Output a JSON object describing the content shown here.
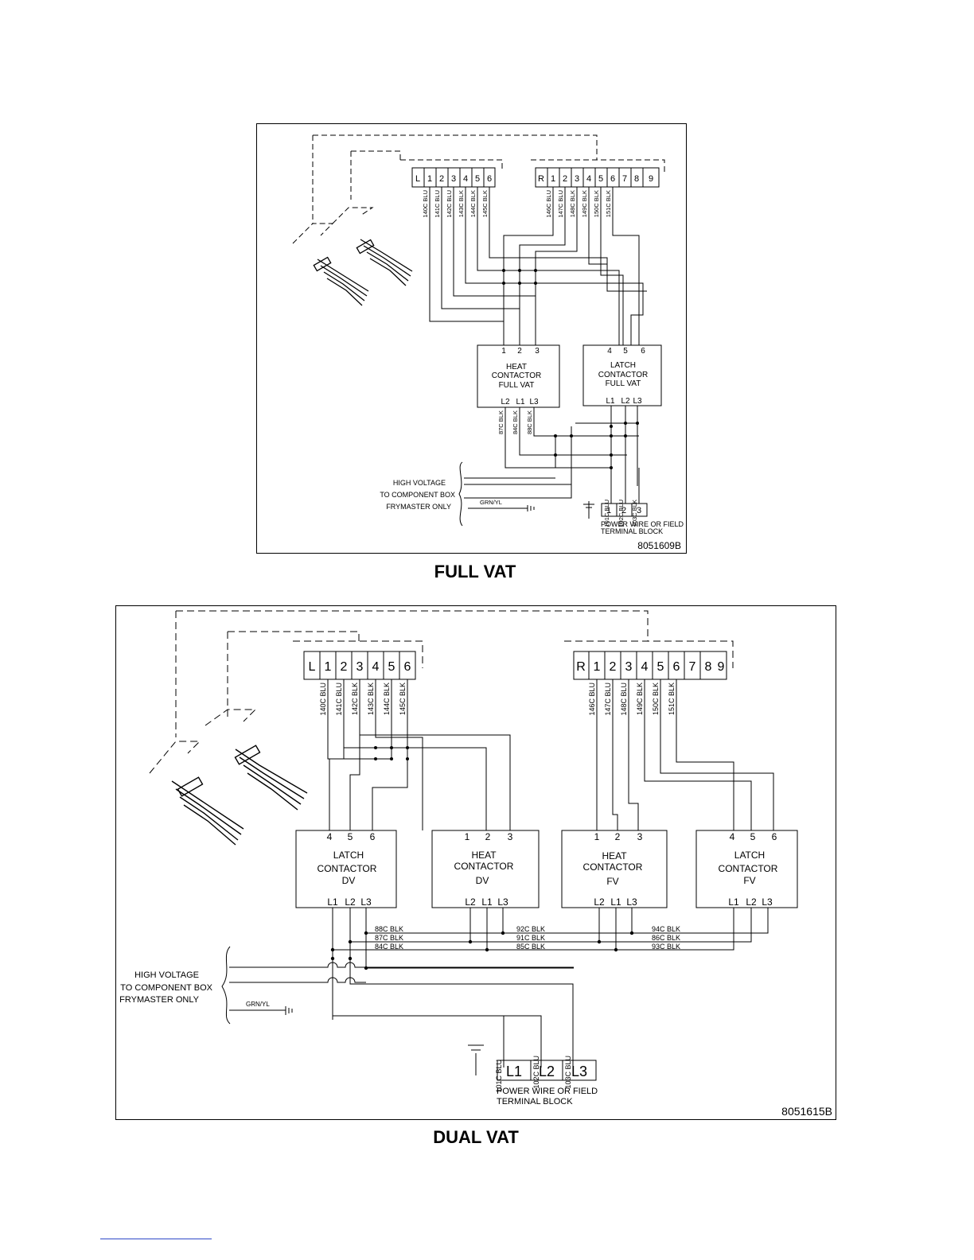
{
  "full_vat": {
    "caption": "FULL VAT",
    "drawing_number": "8051609B",
    "left_block": {
      "label": "L",
      "terminals": [
        "1",
        "2",
        "3",
        "4",
        "5",
        "6"
      ]
    },
    "right_block": {
      "label": "R",
      "terminals": [
        "1",
        "2",
        "3",
        "4",
        "5",
        "6",
        "7",
        "8",
        "9"
      ]
    },
    "left_wires": [
      "140C BLU",
      "141C BLU",
      "142C BLU",
      "143C BLK",
      "144C BLK",
      "145C BLK"
    ],
    "right_wires": [
      "146C BLU",
      "147C BLU",
      "148C BLK",
      "149C BLK",
      "150C BLK",
      "151C BLK"
    ],
    "heat_contactor": {
      "top_terminals": [
        "1",
        "2",
        "3"
      ],
      "lines": [
        "HEAT",
        "CONTACTOR",
        "FULL VAT"
      ],
      "bottom_terminals": [
        "L2",
        "L1",
        "L3"
      ]
    },
    "latch_contactor": {
      "top_terminals": [
        "4",
        "5",
        "6"
      ],
      "lines": [
        "LATCH",
        "CONTACTOR",
        "FULL VAT"
      ],
      "bottom_terminals": [
        "L1",
        "L2",
        "L3"
      ]
    },
    "contactor_wires": [
      "87C BLK",
      "84C BLK",
      "88C BLK"
    ],
    "power_wires": [
      "101C BLU",
      "102C BLU",
      "103C BLK"
    ],
    "high_voltage": [
      "HIGH VOLTAGE",
      "TO COMPONENT BOX",
      "FRYMASTER ONLY"
    ],
    "ground_label": "GRN/YL",
    "terminal_block": {
      "terminals": [
        "1",
        "2",
        "3"
      ],
      "lines": [
        "POWER WIRE OR FIELD",
        "TERMINAL BLOCK"
      ]
    }
  },
  "dual_vat": {
    "caption": "DUAL VAT",
    "drawing_number": "8051615B",
    "left_block": {
      "label": "L",
      "terminals": [
        "1",
        "2",
        "3",
        "4",
        "5",
        "6"
      ]
    },
    "right_block": {
      "label": "R",
      "terminals": [
        "1",
        "2",
        "3",
        "4",
        "5",
        "6",
        "7",
        "8",
        "9"
      ]
    },
    "left_wires": [
      "140C BLU",
      "141C BLU",
      "142C BLK",
      "143C BLK",
      "144C BLK",
      "145C BLK"
    ],
    "right_wires": [
      "146C BLU",
      "147C BLU",
      "148C BLU",
      "149C BLK",
      "150C BLK",
      "151C BLK"
    ],
    "contactors": [
      {
        "top_terminals": [
          "4",
          "5",
          "6"
        ],
        "lines": [
          "LATCH",
          "CONTACTOR",
          "DV"
        ],
        "bottom_terminals": [
          "L1",
          "L2",
          "L3"
        ]
      },
      {
        "top_terminals": [
          "1",
          "2",
          "3"
        ],
        "lines": [
          "HEAT",
          "CONTACTOR",
          "DV"
        ],
        "bottom_terminals": [
          "L2",
          "L1",
          "L3"
        ]
      },
      {
        "top_terminals": [
          "1",
          "2",
          "3"
        ],
        "lines": [
          "HEAT",
          "CONTACTOR",
          "FV"
        ],
        "bottom_terminals": [
          "L2",
          "L1",
          "L3"
        ]
      },
      {
        "top_terminals": [
          "4",
          "5",
          "6"
        ],
        "lines": [
          "LATCH",
          "CONTACTOR",
          "FV"
        ],
        "bottom_terminals": [
          "L1",
          "L2",
          "L3"
        ]
      }
    ],
    "bus_labels": [
      [
        "88C BLK",
        "92C BLK",
        "94C BLK"
      ],
      [
        "87C BLK",
        "91C BLK",
        "86C BLK"
      ],
      [
        "84C BLK",
        "85C BLK",
        "93C BLK"
      ]
    ],
    "power_wires": [
      "101C BLU",
      "102C BLU",
      "103C BLU"
    ],
    "high_voltage": [
      "HIGH VOLTAGE",
      "TO COMPONENT BOX",
      "FRYMASTER ONLY"
    ],
    "ground_label": "GRN/YL",
    "terminal_block": {
      "terminals": [
        "L1",
        "L2",
        "L3"
      ],
      "lines": [
        "POWER WIRE OR FIELD",
        "TERMINAL BLOCK"
      ]
    }
  }
}
